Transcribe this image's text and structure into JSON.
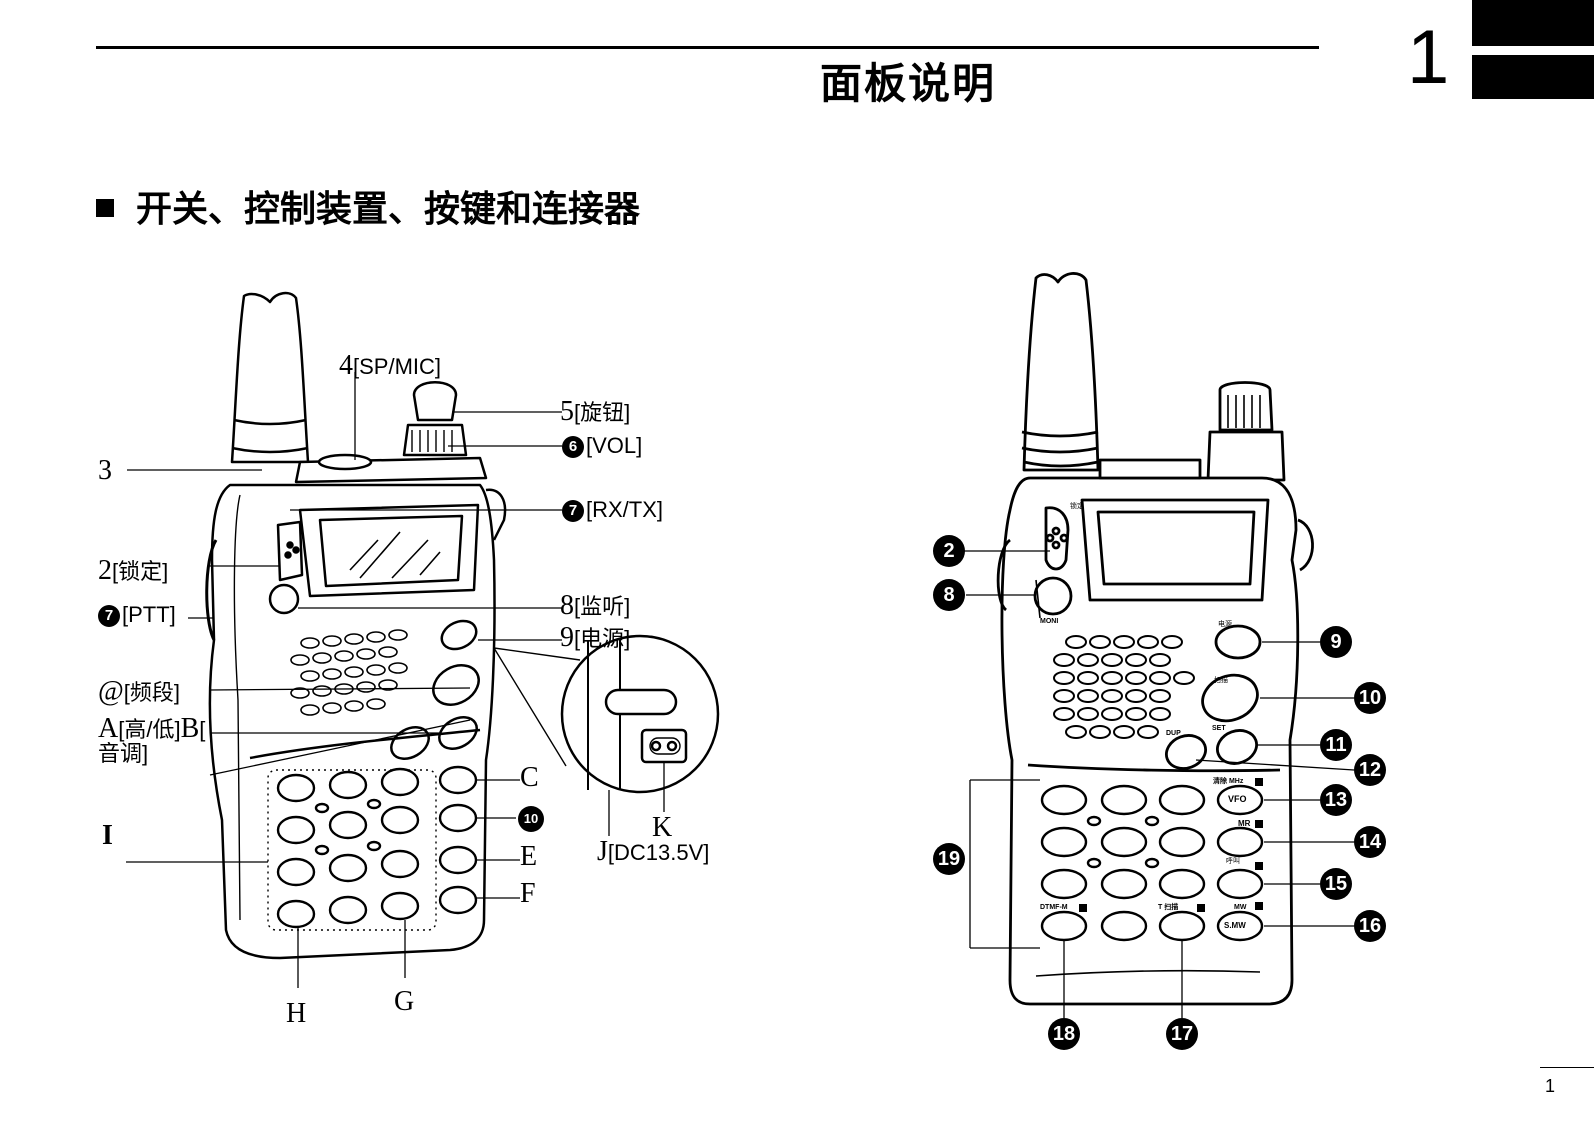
{
  "header": {
    "title": "面板说明",
    "chapter_number": "1"
  },
  "section": {
    "title": "开关、控制装置、按键和连接器"
  },
  "page_number": "1",
  "left_diagram": {
    "labels": {
      "l4": {
        "num": "4",
        "text": "[SP/MIC]"
      },
      "l5": {
        "num": "5",
        "text": "[旋钮]"
      },
      "l6": {
        "num": "6",
        "text": "[VOL]"
      },
      "l3": {
        "num": "3"
      },
      "l7top": {
        "num": "7",
        "text": "[RX/TX]"
      },
      "l2": {
        "num": "2",
        "text": "[锁定]"
      },
      "l7ptt": {
        "num": "7",
        "text": "[PTT]"
      },
      "l8": {
        "num": "8",
        "text": "[监听]"
      },
      "l9": {
        "num": "9",
        "text": "[电源]"
      },
      "l10": {
        "num": "@",
        "text": "[频段]"
      },
      "l11": {
        "num": "A",
        "text": "[高/低]"
      },
      "l12": {
        "num": "B",
        "text": "[",
        "text2": "音调]"
      },
      "lC": {
        "num": "C"
      },
      "lD": {
        "num": "10"
      },
      "lE": {
        "num": "E"
      },
      "lF": {
        "num": "F"
      },
      "lI": {
        "num": "I"
      },
      "lH": {
        "num": "H"
      },
      "lG": {
        "num": "G"
      },
      "lK": {
        "num": "K"
      },
      "lJ": {
        "num": "J",
        "text": "[DC13.5V]"
      }
    }
  },
  "right_diagram": {
    "device_text": {
      "lock": "锁定",
      "moni": "MONI",
      "power": "电源",
      "scan": "扫描",
      "dup": "DUP",
      "set": "SET",
      "clear_mhz": "清除 MHz",
      "vfo": "VFO",
      "mr": "MR",
      "call": "呼叫",
      "mw": "MW",
      "smw": "S.MW",
      "dtmf": "DTMF-M",
      "tscan": "T 扫描"
    },
    "callouts": [
      "2",
      "8",
      "9",
      "10",
      "11",
      "12",
      "13",
      "14",
      "15",
      "16",
      "17",
      "18",
      "19"
    ]
  }
}
